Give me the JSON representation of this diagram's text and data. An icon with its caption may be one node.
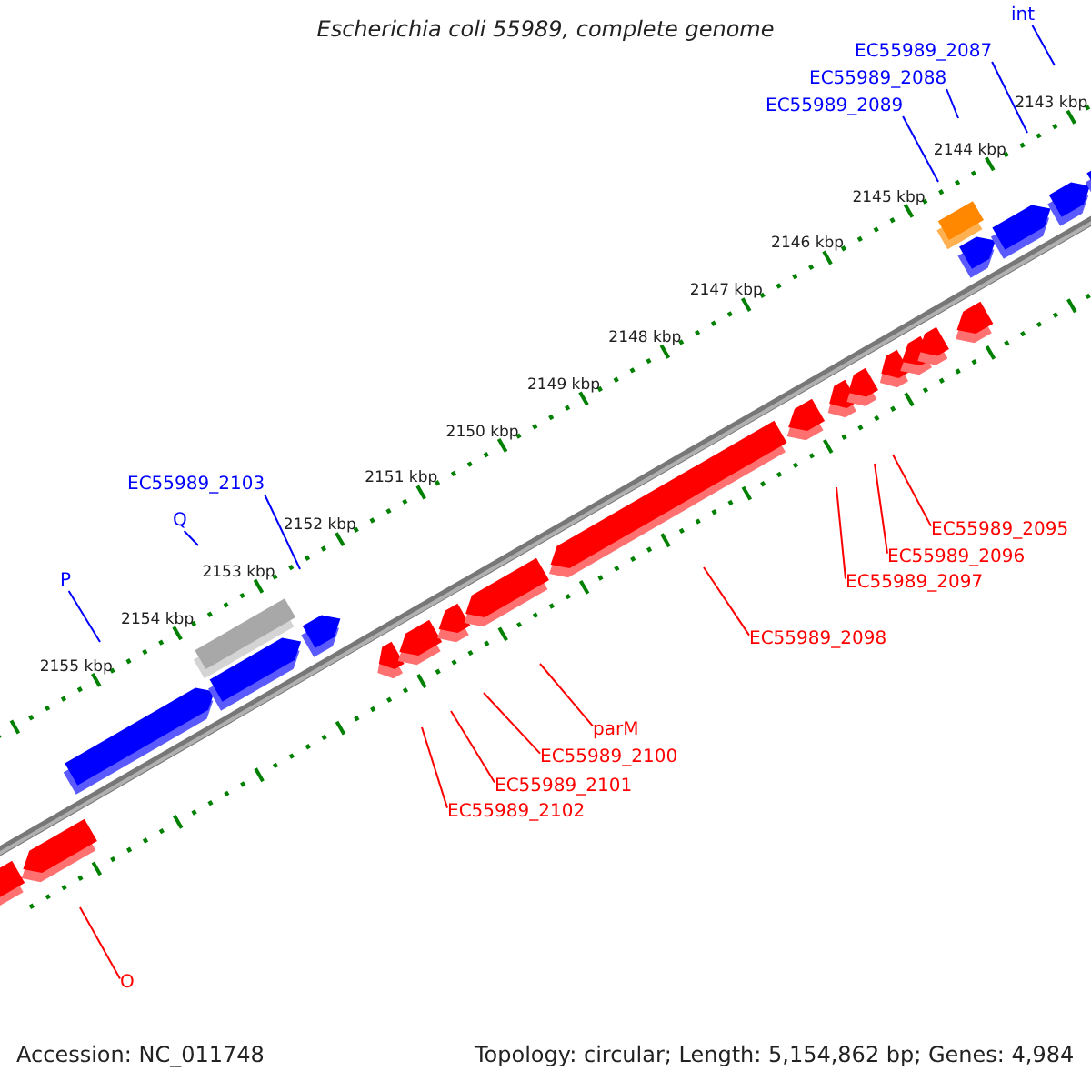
{
  "diagram": {
    "title": "Escherichia coli 55989, complete genome",
    "nodes": [
      {
        "text": [
          "int"
        ]
      },
      {
        "text": [
          "EC55989_2087"
        ]
      },
      {
        "text": [
          "EC55989_2088"
        ]
      },
      {
        "text": [
          "EC55989_2089"
        ]
      },
      {
        "text": [
          "EC55989_2103"
        ]
      },
      {
        "text": [
          "Q"
        ]
      },
      {
        "text": [
          "P"
        ]
      },
      {
        "text": [
          "EC55989_2095"
        ]
      },
      {
        "text": [
          "EC55989_2096"
        ]
      },
      {
        "text": [
          "EC55989_2097"
        ]
      },
      {
        "text": [
          "EC55989_2098"
        ]
      },
      {
        "text": [
          "parM"
        ]
      },
      {
        "text": [
          "EC55989_2100"
        ]
      },
      {
        "text": [
          "EC55989_2101"
        ]
      },
      {
        "text": [
          "EC55989_2102"
        ]
      },
      {
        "text": [
          "O"
        ]
      }
    ],
    "edges": [
      {
        "from": 0,
        "to": null,
        "arrow": "none",
        "color": "#0000ff"
      },
      {
        "from": 1,
        "to": null,
        "arrow": "none",
        "color": "#0000ff"
      },
      {
        "from": 2,
        "to": null,
        "arrow": "none",
        "color": "#0000ff"
      },
      {
        "from": 3,
        "to": null,
        "arrow": "none",
        "color": "#0000ff"
      },
      {
        "from": 4,
        "to": null,
        "arrow": "none",
        "color": "#0000ff"
      },
      {
        "from": 5,
        "to": null,
        "arrow": "none",
        "color": "#0000ff"
      },
      {
        "from": 6,
        "to": null,
        "arrow": "none",
        "color": "#0000ff"
      },
      {
        "from": 7,
        "to": null,
        "arrow": "none"
      },
      {
        "from": 8,
        "to": null,
        "arrow": "none"
      },
      {
        "from": 9,
        "to": null,
        "arrow": "none"
      },
      {
        "from": 10,
        "to": null,
        "arrow": "none"
      },
      {
        "from": 11,
        "to": null,
        "arrow": "none"
      },
      {
        "from": 12,
        "to": null,
        "arrow": "none"
      },
      {
        "from": 13,
        "to": null,
        "arrow": "none"
      },
      {
        "from": 14,
        "to": null,
        "arrow": "none"
      },
      {
        "from": 15,
        "to": null,
        "arrow": "none"
      }
    ],
    "labels": [
      "2143 kbp",
      "2144 kbp",
      "2145 kbp",
      "2146 kbp",
      "2147 kbp",
      "2148 kbp",
      "2149 kbp",
      "2150 kbp",
      "2151 kbp",
      "2152 kbp",
      "2153 kbp",
      "2154 kbp",
      "2155 kbp",
      "Accession: NC_011748",
      "Topology: circular; Length: 5,154,862 bp; Genes: 4,984"
    ]
  }
}
